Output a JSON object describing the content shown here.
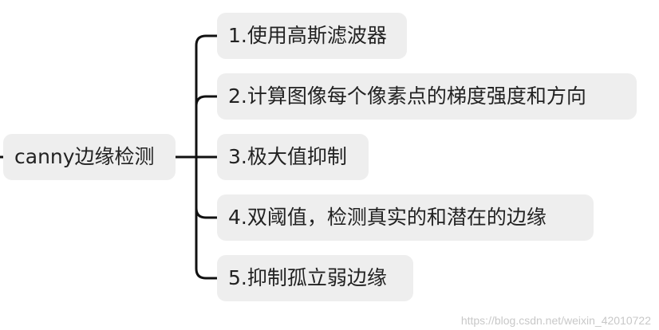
{
  "root": {
    "label": "canny边缘检测"
  },
  "children": [
    {
      "label": "1.使用高斯滤波器"
    },
    {
      "label": "2.计算图像每个像素点的梯度强度和方向"
    },
    {
      "label": "3.极大值抑制"
    },
    {
      "label": "4.双阈值，检测真实的和潜在的边缘"
    },
    {
      "label": "5.抑制孤立弱边缘"
    }
  ],
  "watermark": "https://blog.csdn.net/weixin_42010722",
  "colors": {
    "connector": "#111111",
    "node_background": "#eeeeee",
    "text": "#222222"
  }
}
